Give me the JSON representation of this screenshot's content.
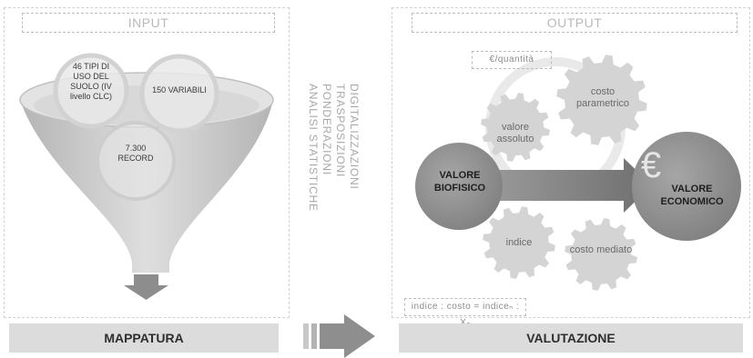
{
  "left_panel": {
    "header": "INPUT",
    "circle_1": "46 TIPI DI USO DEL SUOLO (IV livello CLC)",
    "circle_2": "150 VARIABILI",
    "circle_3": "7.300 RECORD",
    "footer": "MAPPATURA"
  },
  "middle": {
    "lines": [
      "DIGITALIZZAZIONI",
      "TRASPOSIZIONI",
      "PONDERAZIONI",
      "ANALISI STATISTICHE"
    ]
  },
  "right_panel": {
    "header": "OUTPUT",
    "unit_tag": "€/quantità",
    "gear_costo_parametrico": "costo parametrico",
    "gear_valore_assoluto": "valore assoluto",
    "gear_indice": "indice",
    "gear_costo_mediato": "costo mediato",
    "node_left": "VALORE BIOFISICO",
    "node_right": "VALORE ECONOMICO",
    "euro_symbol": "€",
    "formula": "indice : costo = indiceₙ : Xₙ",
    "footer": "VALUTAZIONE"
  },
  "colors": {
    "funnel": "#c6c6c6",
    "gear": "#d4d4d4",
    "node": "#8f8f8f",
    "bar": "#dcdcdc",
    "arrow": "#8a8a8a"
  }
}
